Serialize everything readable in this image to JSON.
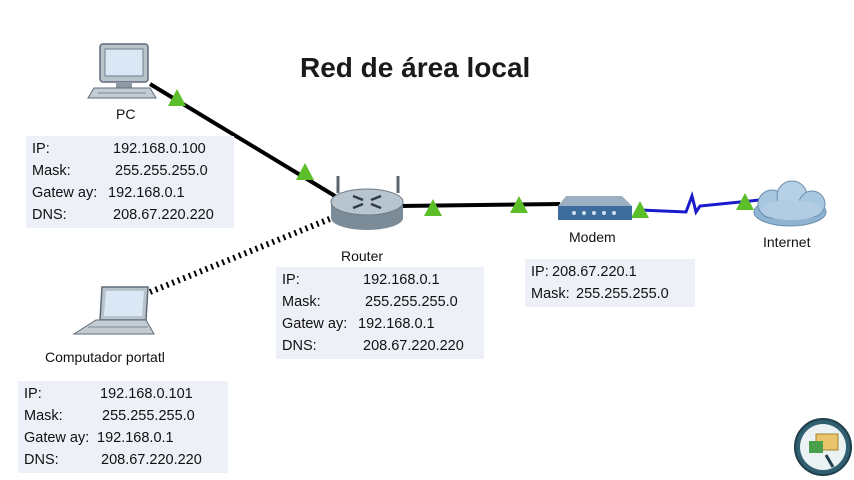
{
  "title": "Red de área local",
  "devices": {
    "pc": {
      "label": "PC"
    },
    "router": {
      "label": "Router"
    },
    "modem": {
      "label": "Modem"
    },
    "internet": {
      "label": "Internet"
    },
    "laptop": {
      "label": "Computador portatl"
    }
  },
  "info": {
    "pc": [
      {
        "key": "IP:",
        "value": "192.168.0.100"
      },
      {
        "key": "Mask:",
        "value": "255.255.255.0"
      },
      {
        "key": "Gatew ay:",
        "value": "192.168.0.1"
      },
      {
        "key": "DNS:",
        "value": "208.67.220.220"
      }
    ],
    "router": [
      {
        "key": "IP:",
        "value": "192.168.0.1"
      },
      {
        "key": "Mask:",
        "value": "255.255.255.0"
      },
      {
        "key": "Gatew ay:",
        "value": "192.168.0.1"
      },
      {
        "key": "DNS:",
        "value": "208.67.220.220"
      }
    ],
    "modem": [
      {
        "key": "IP:",
        "value": "208.67.220.1"
      },
      {
        "key": "Mask:",
        "value": "255.255.255.0"
      }
    ],
    "laptop": [
      {
        "key": "IP:",
        "value": "192.168.0.101"
      },
      {
        "key": "Mask:",
        "value": "255.255.255.0"
      },
      {
        "key": "Gatew ay:",
        "value": "192.168.0.1"
      },
      {
        "key": "DNS:",
        "value": "208.67.220.220"
      }
    ]
  },
  "links": [
    {
      "from": "pc",
      "to": "router",
      "type": "ethernet",
      "color": "#000000"
    },
    {
      "from": "router",
      "to": "modem",
      "type": "ethernet",
      "color": "#000000"
    },
    {
      "from": "modem",
      "to": "internet",
      "type": "serial",
      "color": "#1a1acc"
    },
    {
      "from": "laptop",
      "to": "router",
      "type": "wireless",
      "color": "#000000"
    }
  ],
  "colors": {
    "link_ok": "#5cbf2a",
    "info_bg": "#eef0f8"
  },
  "icons": [
    "pc-icon",
    "router-icon",
    "modem-icon",
    "cloud-icon",
    "laptop-icon",
    "inspect-tool-icon"
  ]
}
